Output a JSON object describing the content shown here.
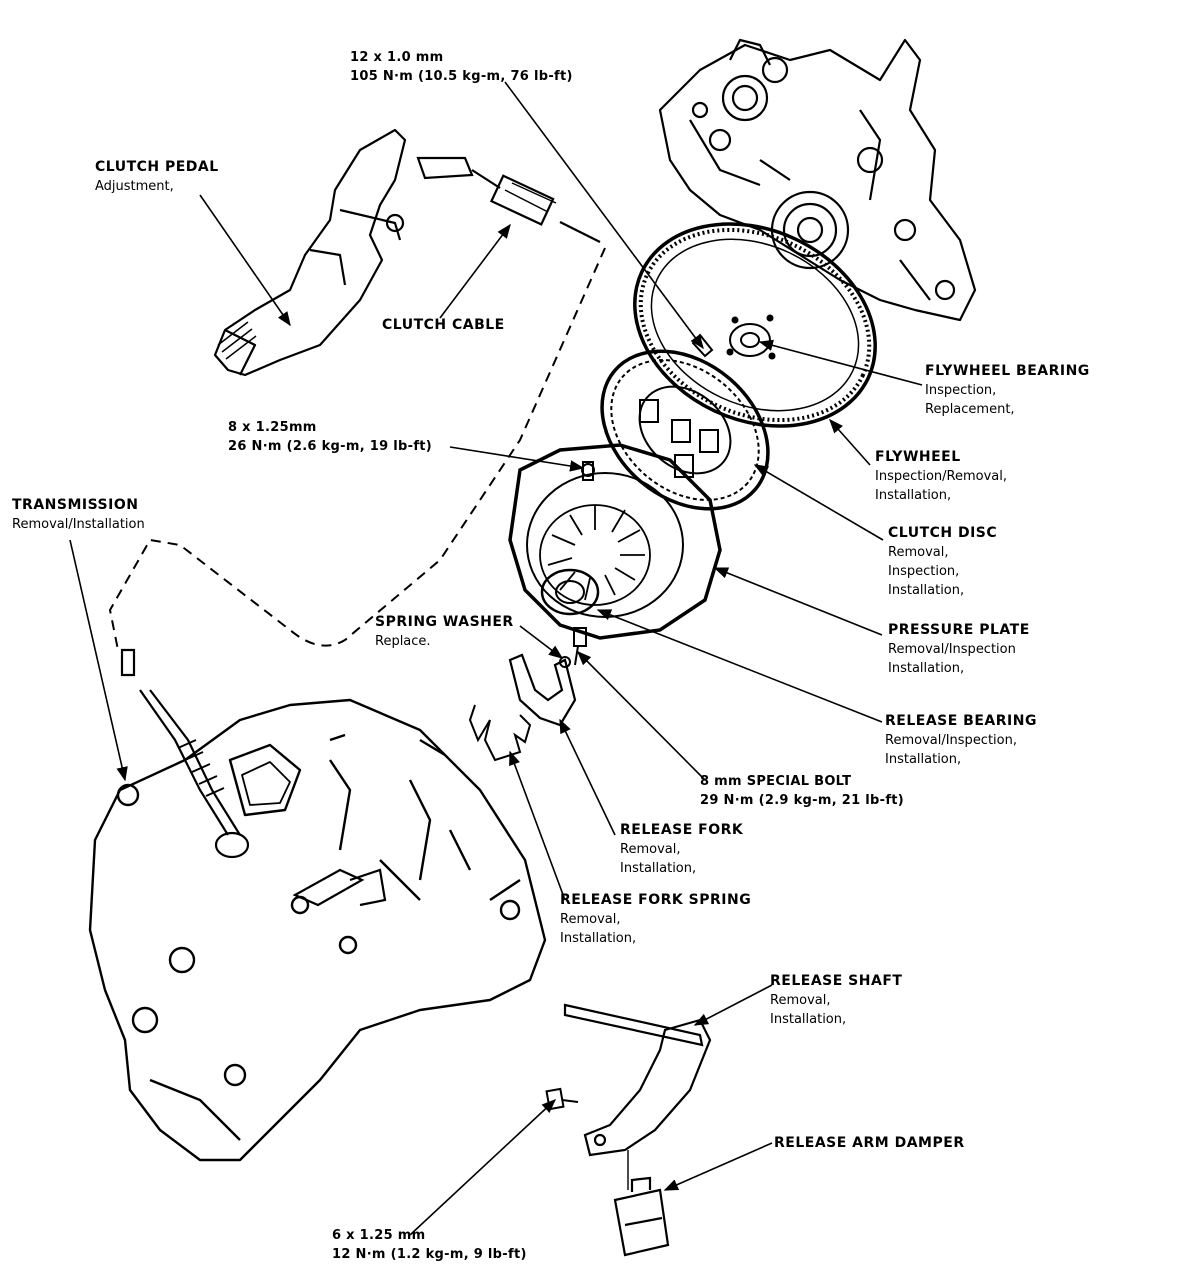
{
  "labels": {
    "clutch_pedal": {
      "title": "CLUTCH PEDAL",
      "sub": [
        "Adjustment,"
      ]
    },
    "clutch_cable": {
      "title": "CLUTCH CABLE",
      "sub": []
    },
    "transmission": {
      "title": "TRANSMISSION",
      "sub": [
        "Removal/Installation"
      ]
    },
    "bolt_12": {
      "lines": [
        "12 x 1.0 mm",
        "105 N·m (10.5 kg-m, 76 lb-ft)"
      ]
    },
    "bolt_8": {
      "lines": [
        "8 x 1.25mm",
        "26 N·m (2.6 kg-m, 19 lb-ft)"
      ]
    },
    "flywheel_bearing": {
      "title": "FLYWHEEL BEARING",
      "sub": [
        "Inspection,",
        "Replacement,"
      ]
    },
    "flywheel": {
      "title": "FLYWHEEL",
      "sub": [
        "Inspection/Removal,",
        "Installation,"
      ]
    },
    "clutch_disc": {
      "title": "CLUTCH DISC",
      "sub": [
        "Removal,",
        "Inspection,",
        "Installation,"
      ]
    },
    "pressure_plate": {
      "title": "PRESSURE PLATE",
      "sub": [
        "Removal/Inspection",
        "Installation,"
      ]
    },
    "spring_washer": {
      "title": "SPRING WASHER",
      "sub": [
        "Replace."
      ]
    },
    "release_bearing": {
      "title": "RELEASE BEARING",
      "sub": [
        "Removal/Inspection,",
        "Installation,"
      ]
    },
    "special_bolt": {
      "lines": [
        "8 mm SPECIAL BOLT",
        "29 N·m (2.9 kg-m, 21 lb-ft)"
      ]
    },
    "release_fork": {
      "title": "RELEASE FORK",
      "sub": [
        "Removal,",
        "Installation,"
      ]
    },
    "release_fork_spring": {
      "title": "RELEASE FORK SPRING",
      "sub": [
        "Removal,",
        "Installation,"
      ]
    },
    "release_shaft": {
      "title": "RELEASE SHAFT",
      "sub": [
        "Removal,",
        "Installation,"
      ]
    },
    "release_arm_damper": {
      "title": "RELEASE ARM DAMPER",
      "sub": []
    },
    "bolt_6": {
      "lines": [
        "6 x 1.25 mm",
        "12 N·m (1.2 kg-m, 9 lb-ft)"
      ]
    }
  }
}
